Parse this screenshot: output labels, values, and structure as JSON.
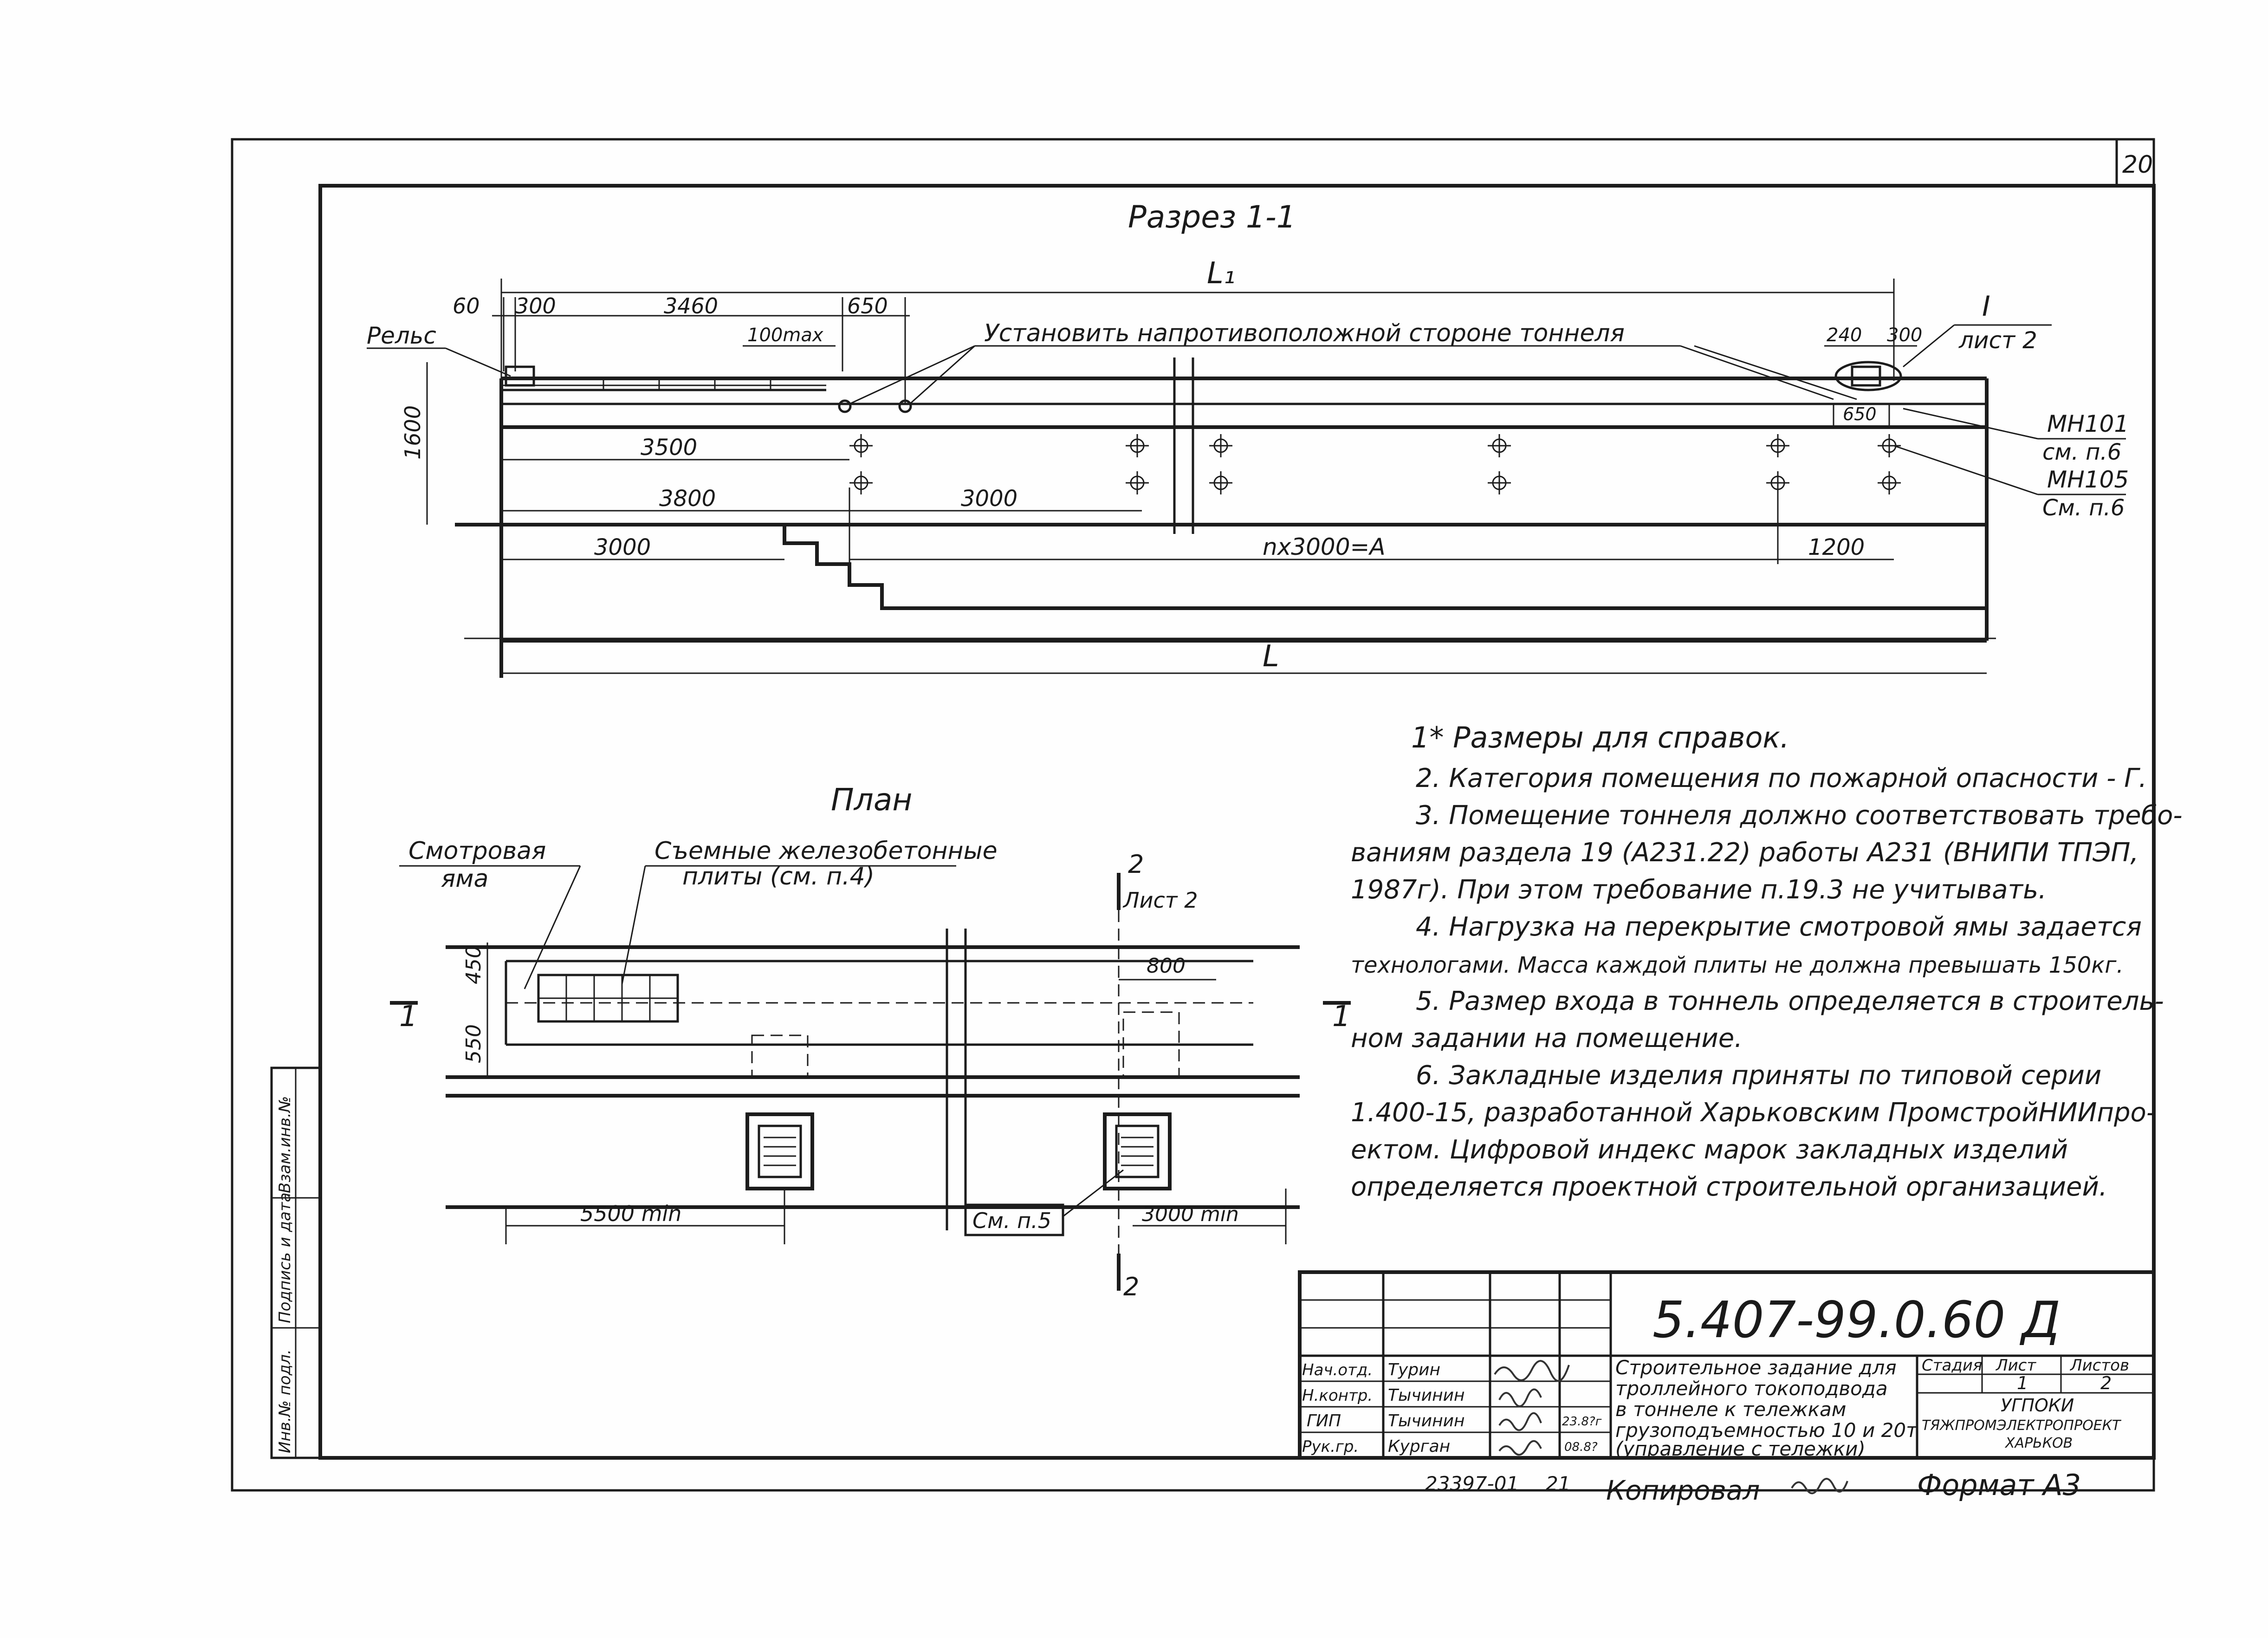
{
  "sheet": {
    "sheet_number": "20",
    "format": "Формат А3",
    "copied": "Копировал",
    "bottom_code": "23397-01",
    "bottom_code_2": "21"
  },
  "section": {
    "title": "Разрез 1-1",
    "L1": "L₁",
    "L": "L",
    "rail": "Рельс",
    "install_note": "Установить напротивоположной стороне тоннеля",
    "ref_mark": "I",
    "ref_sheet": "лист 2",
    "mark_1": "МН101",
    "mark_1_ref": "см. п.6",
    "mark_2": "МН105",
    "mark_2_ref": "См. п.6",
    "dims": {
      "d60": "60",
      "d300a": "300",
      "d3460": "3460",
      "d650a": "650",
      "d100max": "100max",
      "d240": "240",
      "d300b": "300",
      "d650b": "650",
      "d1600": "1600",
      "d3500": "3500",
      "d3800": "3800",
      "d3000a": "3000",
      "d3000b": "3000",
      "dnx": "nx3000=A",
      "d1200": "1200"
    }
  },
  "plan": {
    "title": "План",
    "pit": "Смотровая яма",
    "slabs_1": "Съемные железобетонные",
    "slabs_2": "плиты (см. п.4)",
    "cut_2": "2",
    "cut_2_sheet": "Лист 2",
    "cut_1": "1",
    "see_5": "См. п.5",
    "dims": {
      "d450": "450",
      "d550": "550",
      "d800": "800",
      "d5500": "5500 min",
      "d3000min": "3000 min"
    }
  },
  "notes": [
    "1* Размеры для справок.",
    "2. Категория помещения по пожарной опасности - Г.",
    "3. Помещение тоннеля должно соответствовать требо-",
    "ваниям раздела 19 (А231.22) работы А231 (ВНИПИ ТПЭП,",
    "1987г). При этом требование п.19.3 не учитывать.",
    "4. Нагрузка на перекрытие смотровой ямы задается",
    "технологами. Масса каждой плиты не должна превышать 150кг.",
    "5. Размер входа в тоннель определяется в строитель-",
    "ном задании на помещение.",
    "6. Закладные изделия приняты по типовой серии",
    "1.400-15, разработанной Харьковским ПромстройНИИпро-",
    "ектом. Цифровой индекс марок закладных изделий",
    "определяется проектной строительной организацией."
  ],
  "title_block": {
    "code": "5.407-99.0.60 Д",
    "desc": [
      "Строительное задание для",
      "троллейного токоподвода",
      "в тоннеле к тележкам",
      "грузоподъемностью 10 и 20т",
      "(управление с тележки)"
    ],
    "stage_h": "Стадия",
    "sheet_h": "Лист",
    "sheets_h": "Листов",
    "sheet_v": "1",
    "sheets_v": "2",
    "org_1": "УГПОКИ",
    "org_2": "ТЯЖПРОМЭЛЕКТРОПРОЕКТ",
    "org_3": "ХАРЬКОВ",
    "rows": [
      {
        "role": "Нач.отд.",
        "name": "Турин",
        "date": ""
      },
      {
        "role": "Н.контр.",
        "name": "Тычинин",
        "date": ""
      },
      {
        "role": "ГИП",
        "name": "Тычинин",
        "date": "23.8?г"
      },
      {
        "role": "Рук.гр.",
        "name": "Курган",
        "date": "08.8?"
      }
    ]
  },
  "side_stamp": [
    "Инв.№ подл.",
    "Подпись и дата",
    "Взам.инв.№"
  ]
}
